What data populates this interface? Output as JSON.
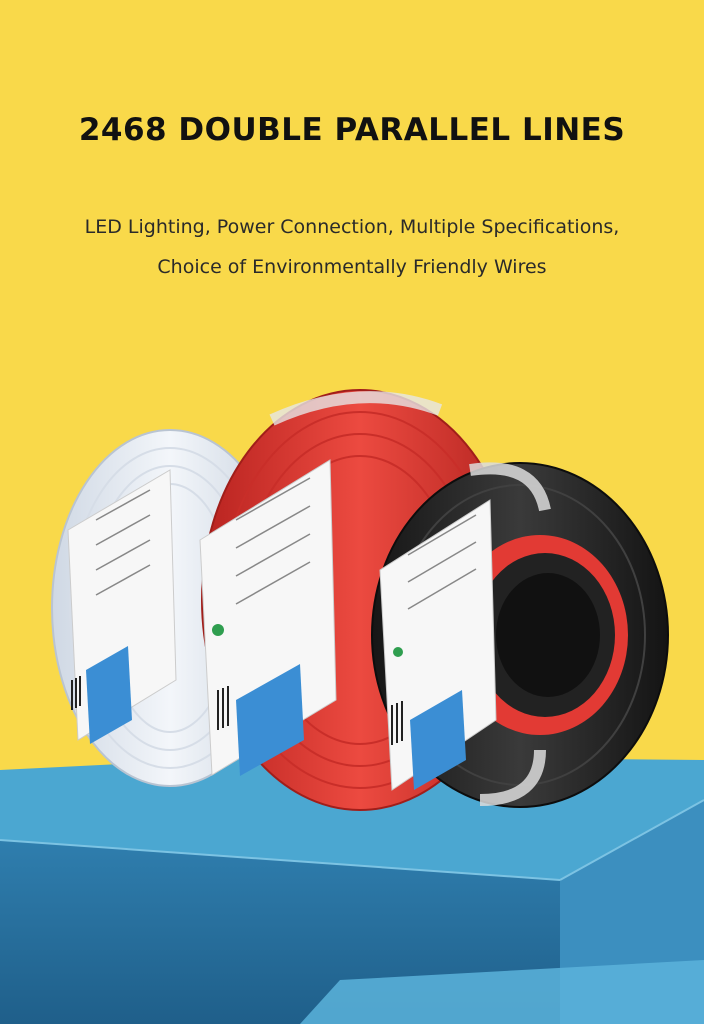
{
  "banner": {
    "title": "2468 DOUBLE PARALLEL LINES",
    "subtitle_line1": "LED Lighting, Power Connection, Multiple Specifications,",
    "subtitle_line2": "Choice of Environmentally Friendly Wires"
  },
  "colors": {
    "background": "#f9d94a",
    "platform_top": "#4aa5cf",
    "platform_front": "#2c76a4",
    "reel_white": "#e9eef5",
    "reel_red": "#e23a34",
    "reel_black": "#2b2b2b",
    "label_blue": "#3b8ed4"
  },
  "icons": [
    "cable-reel-white",
    "cable-reel-red",
    "cable-reel-black",
    "product-label",
    "barcode",
    "sgs-mark"
  ]
}
